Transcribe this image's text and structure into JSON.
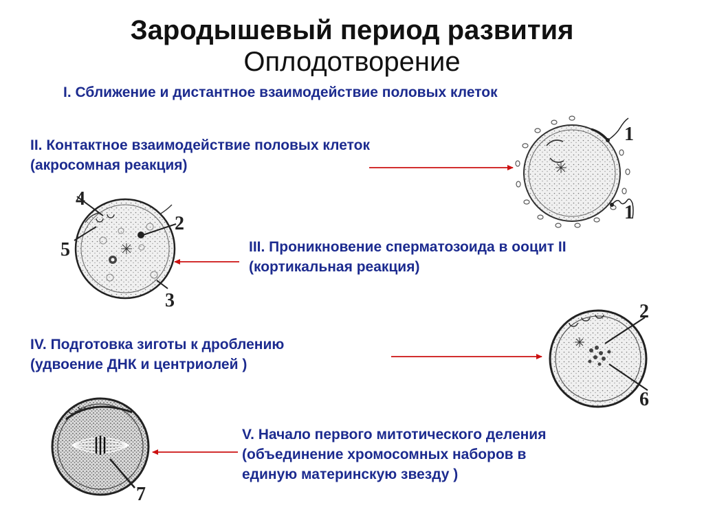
{
  "header": {
    "title": "Зародышевый период развития",
    "subtitle": "Оплодотворение"
  },
  "stages": [
    {
      "line1": "I. Сближение и дистантное взаимодействие половых клеток",
      "line2": "",
      "line3": ""
    },
    {
      "line1": "II. Контактное взаимодействие половых клеток",
      "line2": "(акросомная реакция)",
      "line3": ""
    },
    {
      "line1": "III. Проникновение сперматозоида в ооцит II",
      "line2": "(кортикальная реакция)",
      "line3": ""
    },
    {
      "line1": "IV. Подготовка зиготы к дроблению",
      "line2": "(удвоение ДНК и центриолей )",
      "line3": ""
    },
    {
      "line1": "V. Начало первого митотического деления",
      "line2": "(объединение хромосомных наборов в",
      "line3": "единую материнскую звезду )"
    }
  ],
  "figures": {
    "cell1": {
      "labels": [
        "1",
        "1"
      ]
    },
    "cell2": {
      "labels": [
        "4",
        "2",
        "5",
        "3"
      ]
    },
    "cell3": {
      "labels": [
        "2",
        "6"
      ]
    },
    "cell4": {
      "labels": [
        "7"
      ]
    }
  },
  "colors": {
    "text": "#1c2b8f",
    "arrow": "#cc1111"
  }
}
